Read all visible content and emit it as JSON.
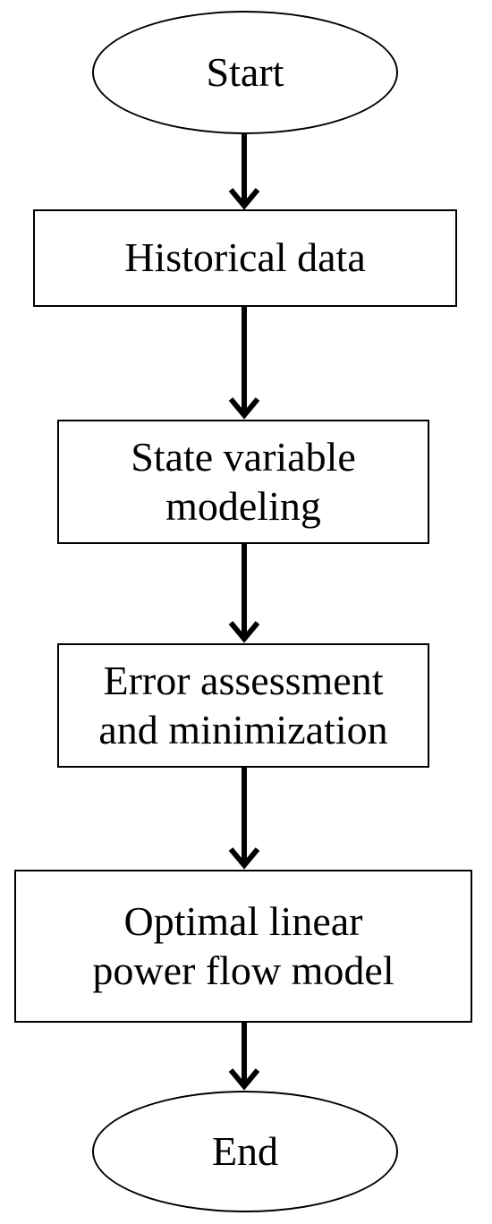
{
  "flowchart": {
    "start": "Start",
    "steps": [
      {
        "lines": [
          "Historical data"
        ]
      },
      {
        "lines": [
          "State variable",
          "modeling"
        ]
      },
      {
        "lines": [
          "Error assessment",
          "and minimization"
        ]
      },
      {
        "lines": [
          "Optimal linear",
          "power flow model"
        ]
      }
    ],
    "end": "End"
  }
}
